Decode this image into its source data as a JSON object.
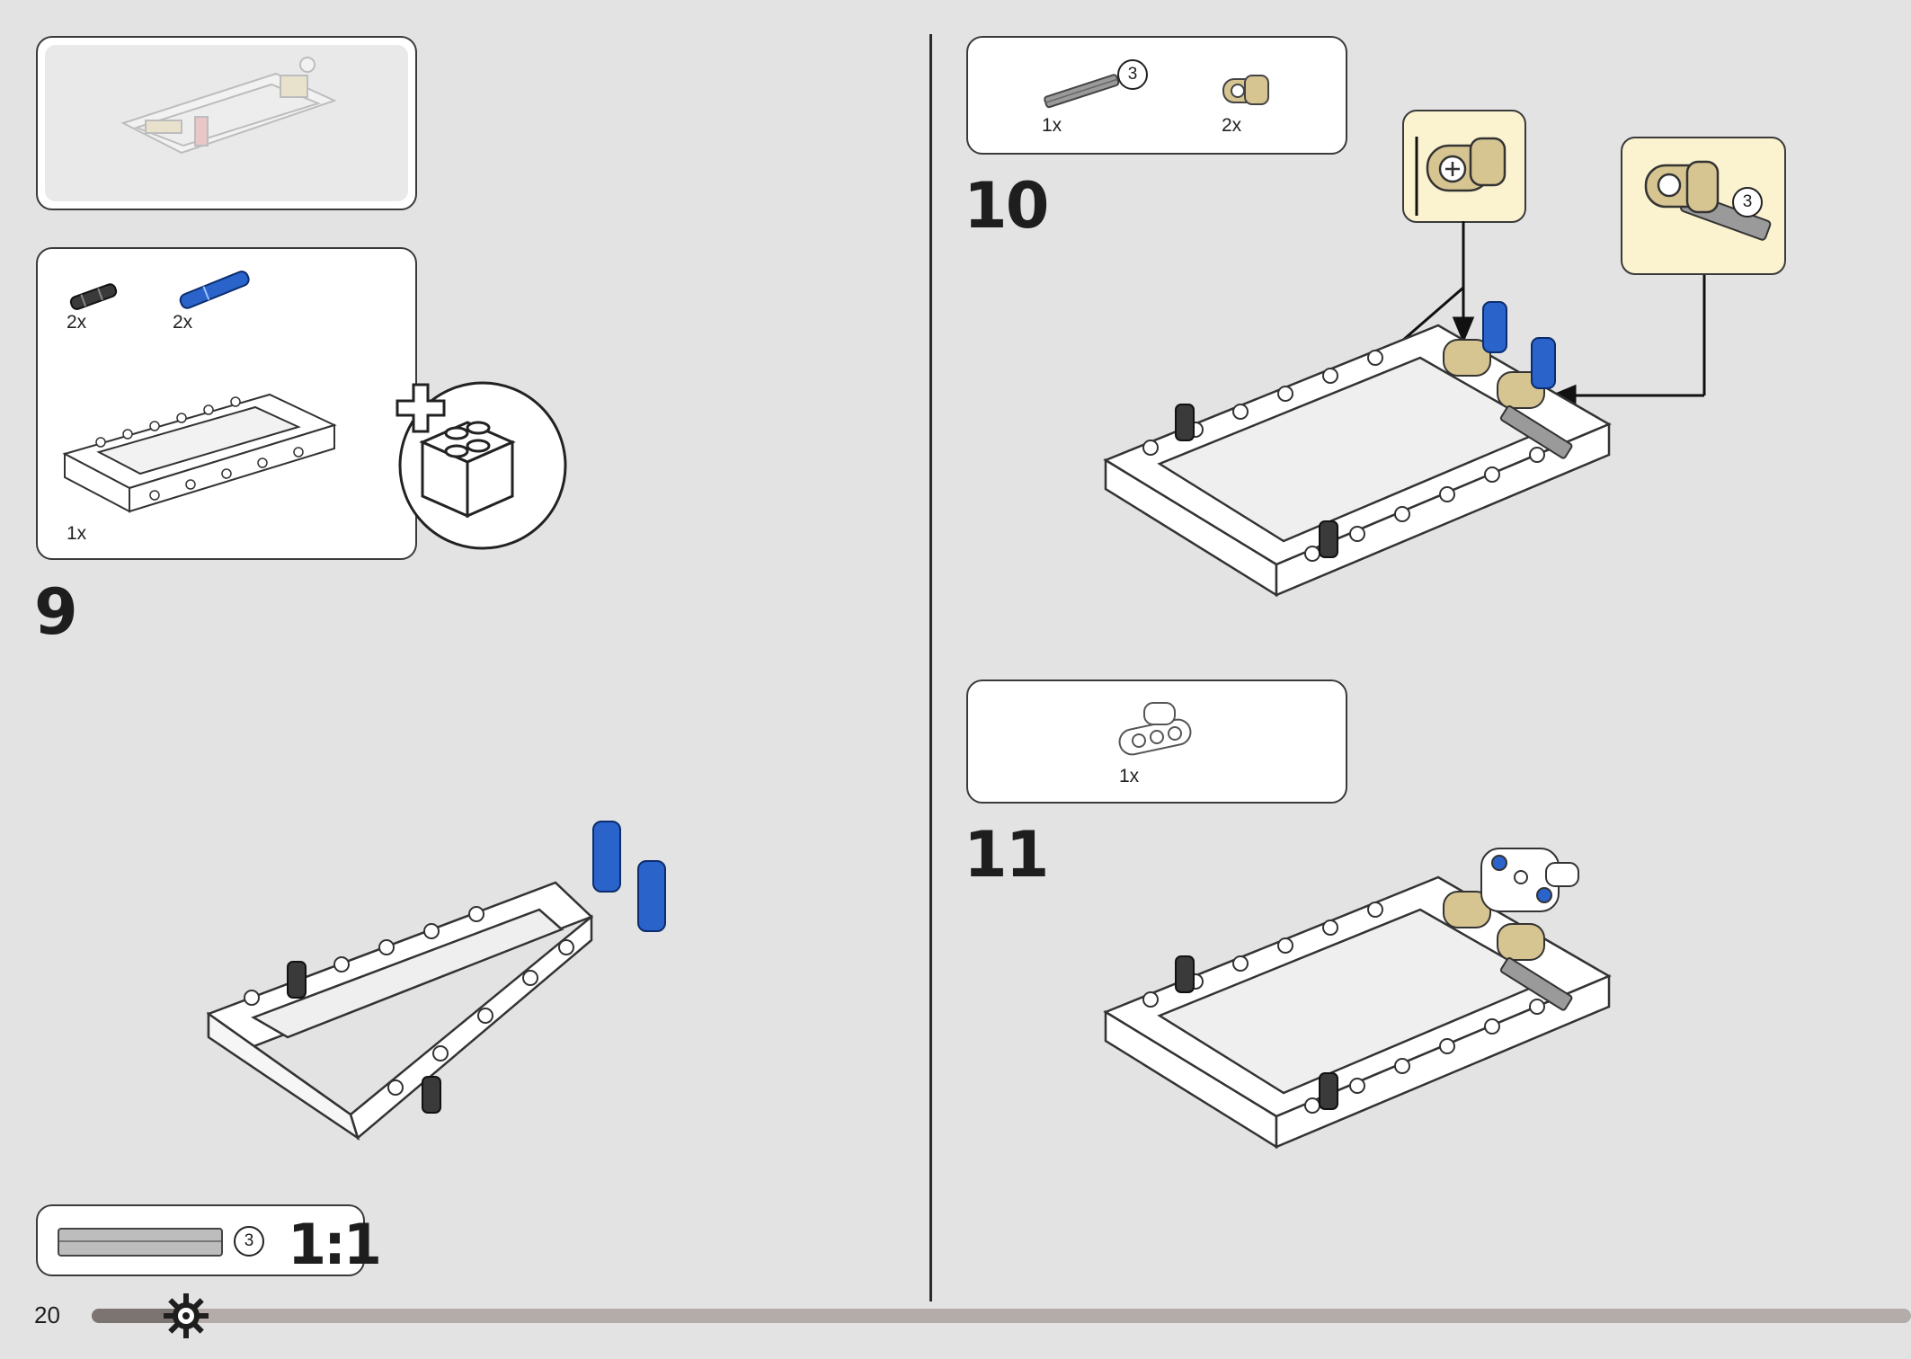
{
  "page": {
    "number": "20"
  },
  "steps": [
    {
      "number": "9",
      "parts": [
        {
          "qty": "2x"
        },
        {
          "qty": "2x"
        },
        {
          "qty": "1x"
        }
      ]
    },
    {
      "number": "10",
      "parts": [
        {
          "qty": "1x",
          "length": "3"
        },
        {
          "qty": "2x"
        }
      ],
      "callouts": [
        {},
        {
          "length": "3"
        }
      ]
    },
    {
      "number": "11",
      "parts": [
        {
          "qty": "1x"
        }
      ]
    }
  ],
  "scale_box": {
    "axle_length": "3",
    "ratio": "1:1"
  },
  "colors": {
    "background": "#e3e3e3",
    "box_border": "#3a3a3a",
    "callout_fill": "#fbf3cf",
    "pin_blue": "#2a63c9",
    "pin_black": "#3a3a3a",
    "tan": "#d6c491",
    "axle_gray": "#9a9a9a"
  },
  "icons": [
    "add-brick-icon",
    "progress-gear-icon"
  ]
}
